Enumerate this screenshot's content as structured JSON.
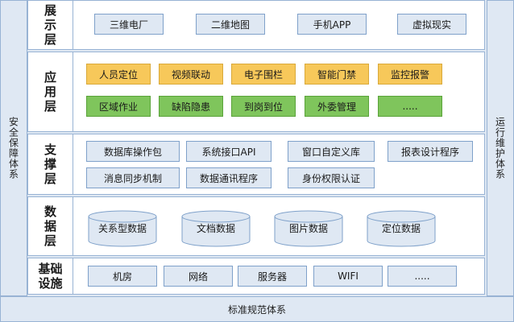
{
  "left_side": "安全保障体系",
  "right_side": "运行维护体系",
  "bottom": "标准规范体系",
  "layers": {
    "display": {
      "label": "展示层",
      "items": [
        "三维电厂",
        "二维地图",
        "手机APP",
        "虚拟现实"
      ]
    },
    "application": {
      "label": "应用层",
      "row1": [
        "人员定位",
        "视频联动",
        "电子围栏",
        "智能门禁",
        "监控报警"
      ],
      "row2": [
        "区域作业",
        "缺陷隐患",
        "到岗到位",
        "外委管理",
        "....."
      ]
    },
    "support": {
      "label": "支撑层",
      "row1": [
        "数据库操作包",
        "系统接口API",
        "窗口自定义库",
        "报表设计程序"
      ],
      "row2": [
        "消息同步机制",
        "数据通讯程序",
        "身份权限认证"
      ]
    },
    "data": {
      "label": "数据层",
      "items": [
        "关系型数据",
        "文档数据",
        "图片数据",
        "定位数据"
      ]
    },
    "infra": {
      "label": "基础设施",
      "items": [
        "机房",
        "网络",
        "服务器",
        "WIFI",
        "....."
      ]
    }
  },
  "colors": {
    "border": "#98b3d4",
    "panel": "#dfe8f3",
    "yellow": "#f7c85a",
    "green": "#7fc55c"
  }
}
